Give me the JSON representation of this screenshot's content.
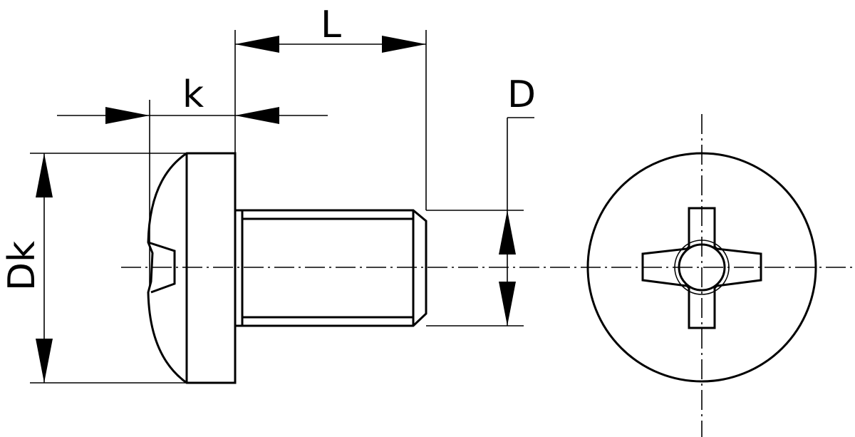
{
  "labels": {
    "length": "L",
    "head_height": "k",
    "thread_diameter": "D",
    "head_diameter": "Dk"
  },
  "colors": {
    "line": "#000000",
    "background": "#ffffff"
  }
}
